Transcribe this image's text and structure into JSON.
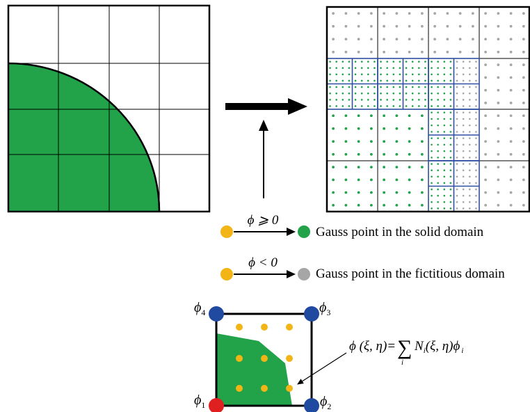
{
  "colors": {
    "solid": "#22a34a",
    "fictitious_dot": "#a6a6a6",
    "solid_dot": "#22a34a",
    "gauss_dot": "#f2b515",
    "node_blue": "#1f4aa0",
    "node_red": "#e02020",
    "refine_line": "#2f4fa0",
    "ink": "#000000"
  },
  "legend": {
    "cond_solid": "ϕ ⩾ 0",
    "label_solid": "Gauss point in the solid domain",
    "cond_fict": "ϕ < 0",
    "label_fict": "Gauss point in the fictitious domain"
  },
  "element": {
    "node_labels": [
      {
        "sym": "ϕ",
        "sub": "1"
      },
      {
        "sym": "ϕ",
        "sub": "2"
      },
      {
        "sym": "ϕ",
        "sub": "3"
      },
      {
        "sym": "ϕ",
        "sub": "4"
      }
    ],
    "node_colors": [
      "red",
      "blue",
      "blue",
      "blue"
    ],
    "formula": {
      "lhs": "ϕ (ξ, η)=",
      "sum": "∑",
      "sum_index": "i",
      "N": "N",
      "N_sub": "i",
      "args": "(ξ, η)ϕ",
      "phi_sub": "i"
    }
  },
  "icons": {
    "main_arrow": "right-arrow-icon",
    "up_arrow": "up-arrow-icon",
    "legend_arrow": "right-arrow-icon"
  }
}
